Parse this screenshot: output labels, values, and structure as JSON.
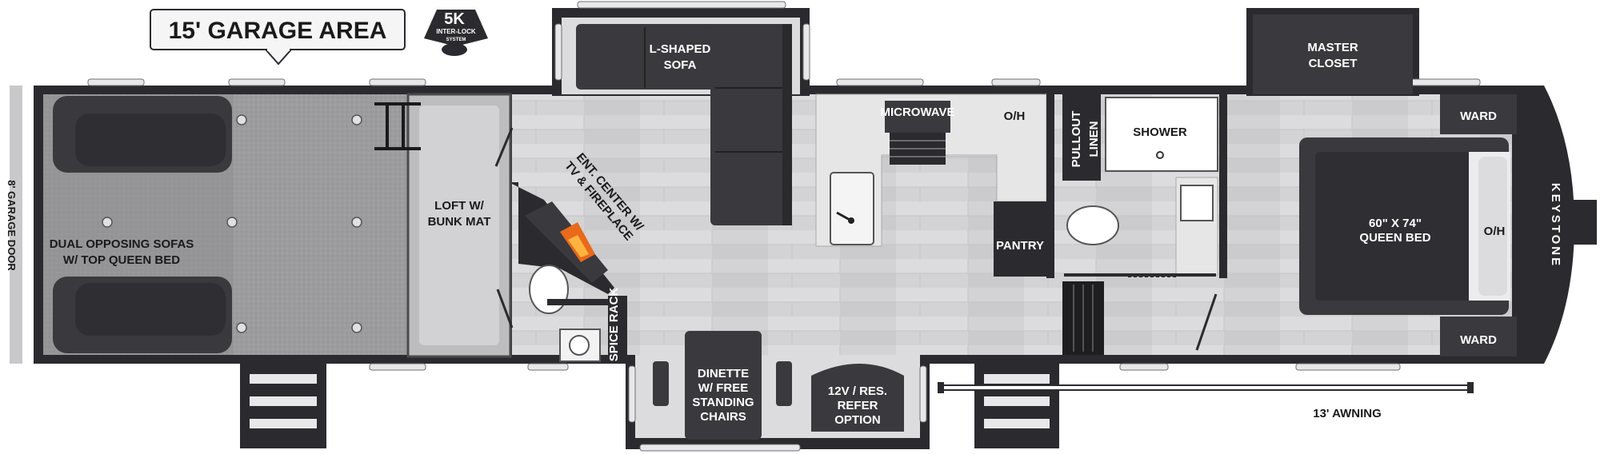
{
  "callout": {
    "garage_area": "15' GARAGE AREA"
  },
  "badge": {
    "big": "5K",
    "line1": "INTER-LOCK",
    "line2": "SYSTEM"
  },
  "side_labels": {
    "garage_door": "8' GARAGE DOOR",
    "brand": "KEYSTONE"
  },
  "rooms": {
    "garage_sofa": [
      "DUAL OPPOSING SOFAS",
      "W/ TOP QUEEN BED"
    ],
    "loft": [
      "LOFT W/",
      "BUNK MAT"
    ],
    "l_sofa": [
      "L-SHAPED",
      "SOFA"
    ],
    "ent_center": [
      "ENT. CENTER W/",
      "TV & FIREPLACE"
    ],
    "spice_rack": "SPICE RACK",
    "microwave": "MICROWAVE",
    "oh_kitchen": "O/H",
    "pantry": "PANTRY",
    "pullout_linen": [
      "PULLOUT",
      "LINEN"
    ],
    "shower": "SHOWER",
    "master_closet": [
      "MASTER",
      "CLOSET"
    ],
    "ward_top": "WARD",
    "ward_bottom": "WARD",
    "queen_bed": [
      "60\" X 74\"",
      "QUEEN BED"
    ],
    "oh_bed": "O/H",
    "dinette": [
      "DINETTE",
      "W/ FREE",
      "STANDING",
      "CHAIRS"
    ],
    "refer": [
      "12V / RES.",
      "REFER",
      "OPTION"
    ],
    "awning": "13' AWNING"
  },
  "colors": {
    "wall": "#2b2a2e",
    "floor": "#d6d6d8",
    "carpet": "#9a9a9c",
    "furniture": "#3a393d",
    "counter": "#e6e6e6"
  }
}
